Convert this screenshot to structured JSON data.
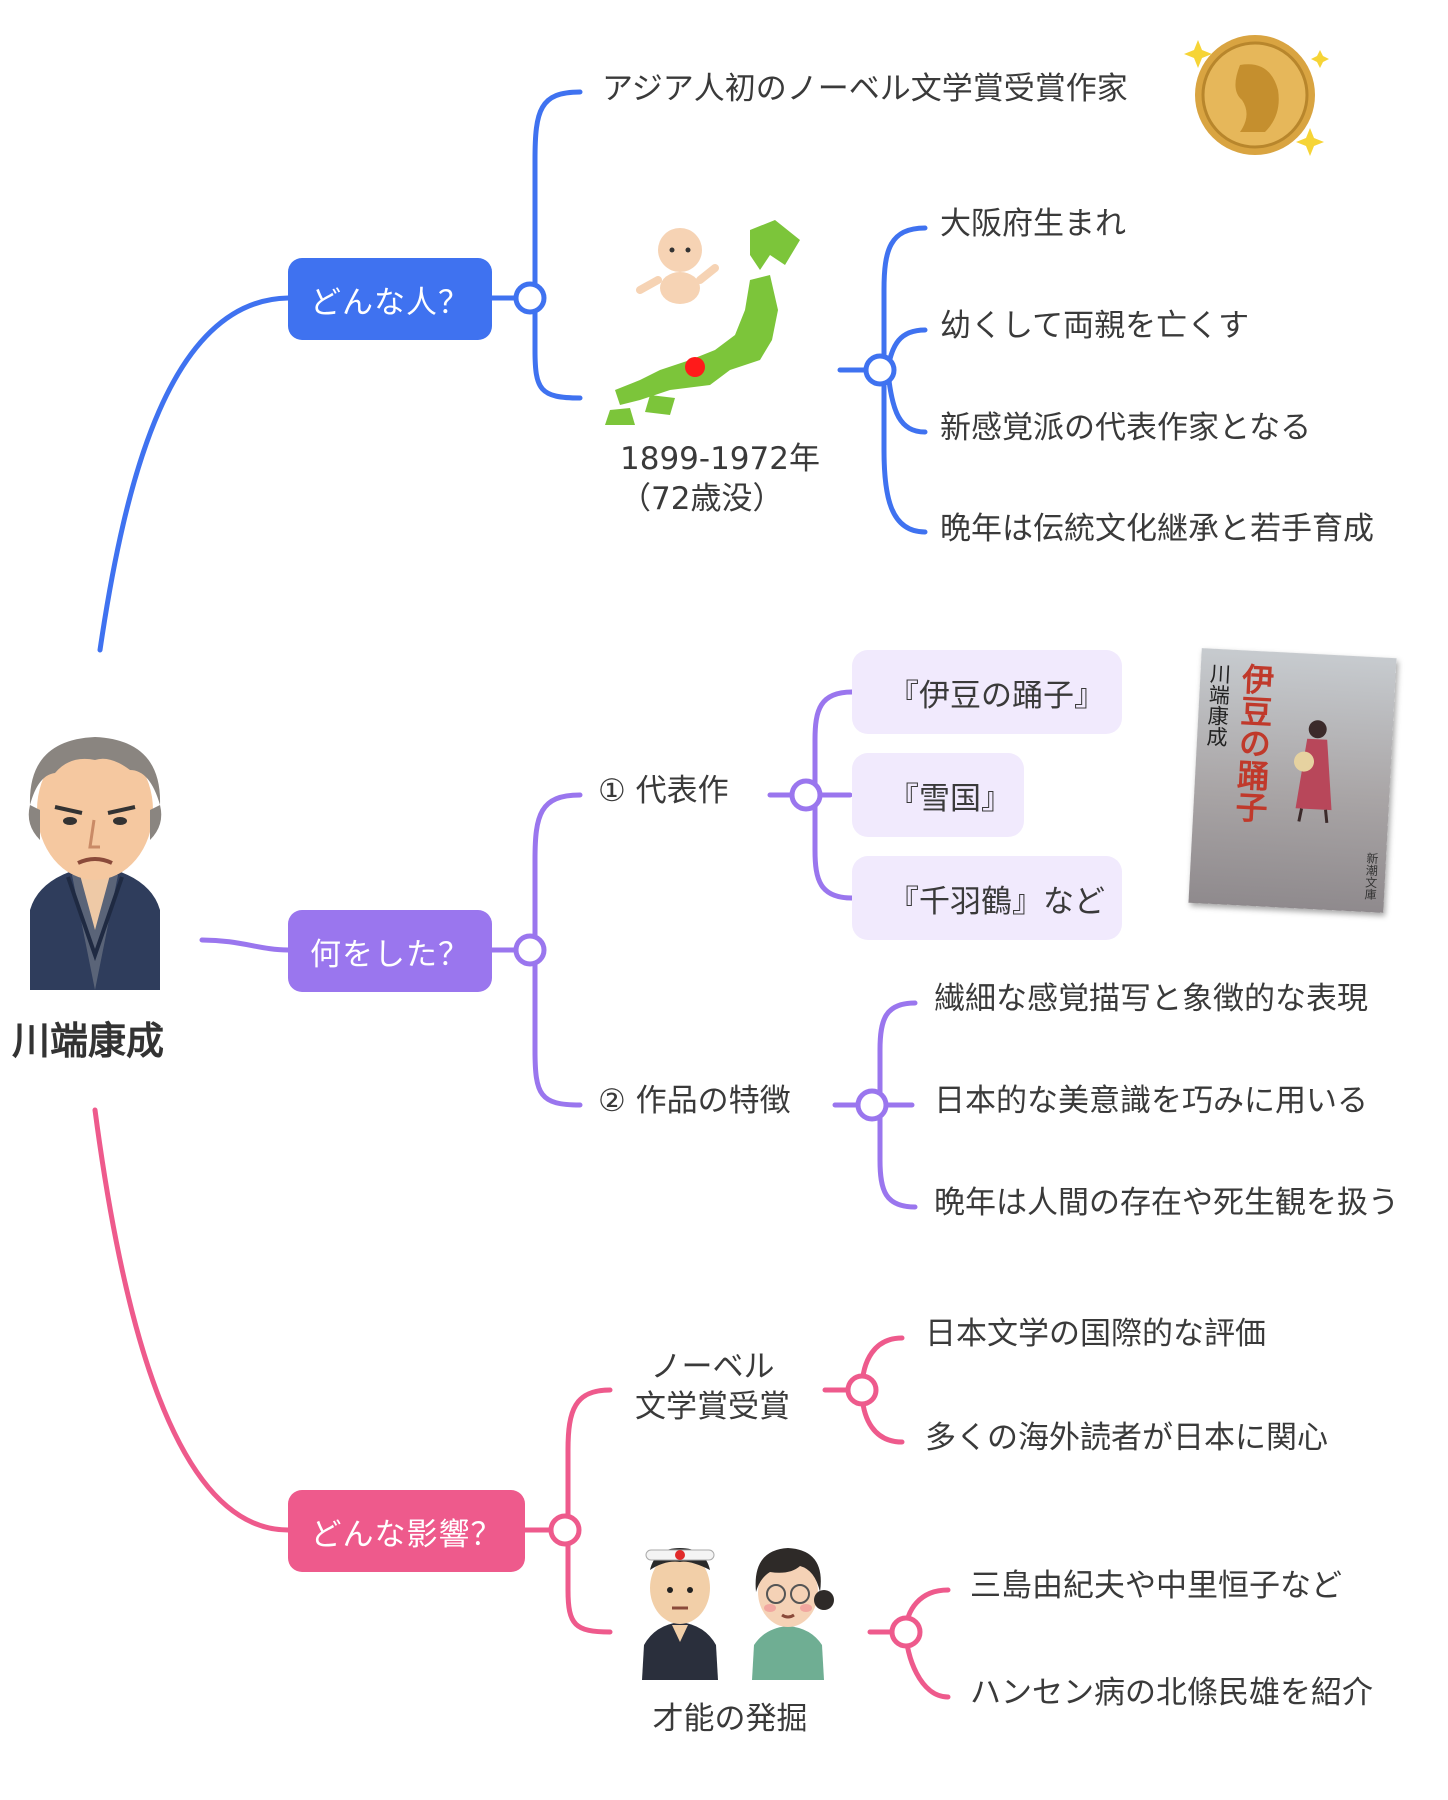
{
  "root": {
    "label": "川端康成",
    "portrait_icon": "kawabata-portrait-icon"
  },
  "colors": {
    "blue": "#3f72f0",
    "purple": "#9a76ee",
    "pink": "#ee5a8c",
    "work_bg": "#f1eafd"
  },
  "branches": {
    "person": {
      "label": "どんな人？",
      "highlight": "アジア人初のノーベル文学賞受賞作家",
      "medal_icon": "nobel-medal-icon",
      "years": "1899-1972年",
      "age": "（72歳没）",
      "map_icon": "japan-map-baby-icon",
      "facts": [
        "大阪府生まれ",
        "幼くして両親を亡くす",
        "新感覚派の代表作家となる",
        "晩年は伝統文化継承と若手育成"
      ]
    },
    "work": {
      "label": "何をした？",
      "representative": {
        "label": "① 代表作",
        "titles": [
          "『伊豆の踊子』",
          "『雪国』",
          "『千羽鶴』など"
        ],
        "book_icon": "izu-dancer-book-cover-icon",
        "book_title": "伊豆の踊子",
        "book_author": "川端康成",
        "book_publisher": "新潮文庫"
      },
      "features": {
        "label": "② 作品の特徴",
        "items": [
          "繊細な感覚描写と象徴的な表現",
          "日本的な美意識を巧みに用いる",
          "晩年は人間の存在や死生観を扱う"
        ]
      }
    },
    "influence": {
      "label": "どんな影響？",
      "nobel": {
        "label_line1": "ノーベル",
        "label_line2": "文学賞受賞",
        "items": [
          "日本文学の国際的な評価",
          "多くの海外読者が日本に関心"
        ]
      },
      "talent": {
        "label": "才能の発掘",
        "people_icon": "mishima-and-woman-icon",
        "items": [
          "三島由紀夫や中里恒子など",
          "ハンセン病の北條民雄を紹介"
        ]
      }
    }
  }
}
